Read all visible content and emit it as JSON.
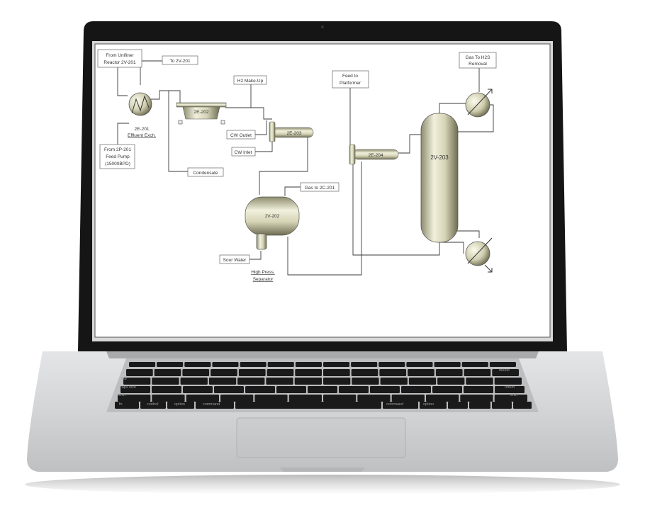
{
  "diagram": {
    "labels": {
      "from_unifiner": [
        "From Unifiner",
        "Reactor 2V-201"
      ],
      "to_2v201": "To 2V-201",
      "feed_pump": [
        "From 2P-201",
        "Feed Pump",
        "(15000BPD)"
      ],
      "exch_id": "2E-201",
      "exch_name": "Effluent Exch.",
      "condensate": "Condensate",
      "e202": "2E-202",
      "h2_makeup": "H2 Make-Up",
      "cw_outlet": "CW Outlet",
      "cw_inlet": "CW Inlet",
      "e203": "2E-203",
      "feed_to_platformer": [
        "Feed to",
        "Platformer"
      ],
      "e204": "2E-204",
      "gas_to_h2s": [
        "Gas To H2S",
        "Removal"
      ],
      "v203": "2V-203",
      "v202": "2V-202",
      "gas_to_2c201": "Gas to 2C-201",
      "sour_water": "Sour Water",
      "hp_separator": [
        "High Press.",
        "Separator"
      ]
    }
  },
  "keyboard": {
    "row_keys": {
      "tab": "tab",
      "caps": "caps lock",
      "shift": "shift",
      "fn": "fn",
      "control": "control",
      "option": "option",
      "command": "command",
      "delete": "delete",
      "return": "return",
      "shift_r": "shift",
      "command_r": "command",
      "option_r": "option"
    }
  }
}
